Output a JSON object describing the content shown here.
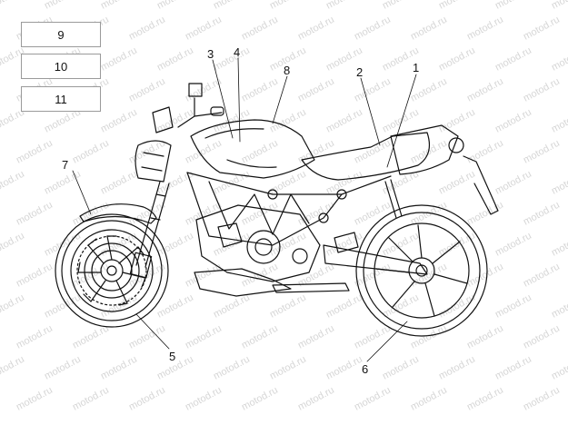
{
  "legend_boxes": [
    {
      "label": "9"
    },
    {
      "label": "10"
    },
    {
      "label": "11"
    }
  ],
  "callouts": {
    "c1": "1",
    "c2": "2",
    "c3": "3",
    "c4": "4",
    "c5": "5",
    "c6": "6",
    "c7": "7",
    "c8": "8"
  },
  "watermark": "motod.ru",
  "colors": {
    "line": "#111111",
    "watermark": "#d6d6d6",
    "box_border": "#9a9a9a"
  }
}
